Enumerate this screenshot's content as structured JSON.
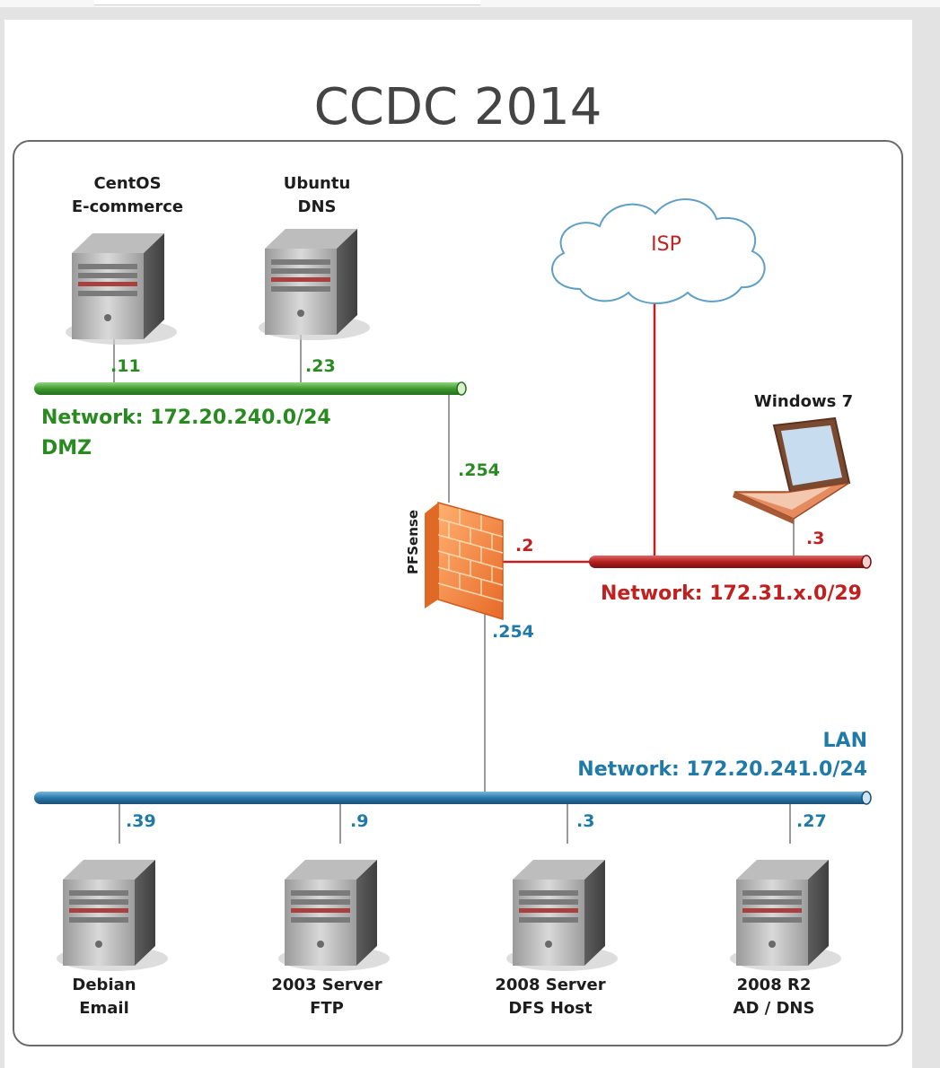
{
  "title": "CCDC 2014",
  "dmz": {
    "network": "Network: 172.20.240.0/24",
    "name": "DMZ",
    "servers": [
      {
        "line1": "CentOS",
        "line2": "E-commerce",
        "ip": ".11"
      },
      {
        "line1": "Ubuntu",
        "line2": "DNS",
        "ip": ".23"
      }
    ],
    "firewall_ip": ".254"
  },
  "firewall": {
    "name": "PFSense"
  },
  "external": {
    "network": "Network: 172.31.x.0/29",
    "firewall_ip": ".2",
    "isp": "ISP",
    "workstation": {
      "name": "Windows 7",
      "ip": ".3"
    }
  },
  "lan": {
    "name": "LAN",
    "network": "Network: 172.20.241.0/24",
    "firewall_ip": ".254",
    "servers": [
      {
        "line1": "Debian",
        "line2": "Email",
        "ip": ".39"
      },
      {
        "line1": "2003 Server",
        "line2": "FTP",
        "ip": ".9"
      },
      {
        "line1": "2008 Server",
        "line2": "DFS Host",
        "ip": ".3"
      },
      {
        "line1": "2008 R2",
        "line2": "AD / DNS",
        "ip": ".27"
      }
    ]
  },
  "colors": {
    "dmz": "#2a8a22",
    "external": "#c02020",
    "lan": "#1f7aa8",
    "firewall": "#f08a3c"
  },
  "icons": {
    "server": "server-tower-icon",
    "firewall": "brick-firewall-icon",
    "laptop": "laptop-icon",
    "cloud": "cloud-icon"
  }
}
